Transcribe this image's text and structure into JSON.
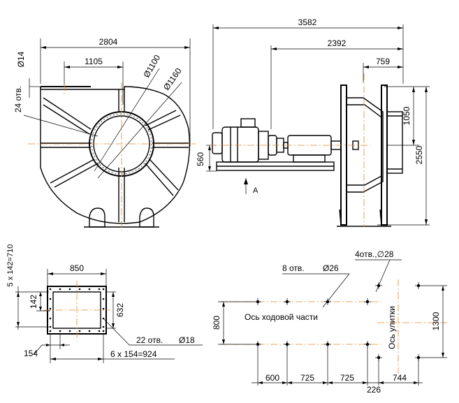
{
  "dimensions": {
    "overall_length": "3582",
    "shaft_length": "2392",
    "outlet_depth": "759",
    "outlet_height": "1050",
    "total_height": "2550",
    "shaft_height": "560",
    "view_mark": "A",
    "housing_width": "2804",
    "inlet_offset": "1105",
    "inlet_dia_inner": "Ø1100",
    "inlet_dia_outer": "Ø1160",
    "housing_hole_dia": "Ø14",
    "housing_holes": "24 отв.",
    "flange_width": "850",
    "flange_pitch_vertical": "5 x 142=710",
    "flange_step": "142",
    "flange_height": "632",
    "flange_holes_label": "22  отв.",
    "flange_hole_dia": "Ø18",
    "flange_edge": "154",
    "flange_pitch_horizontal": "6 x 154=924"
  },
  "foundation": {
    "holes_8": "8 отв.",
    "hole_dia_26": "Ø26",
    "holes_4": "4отв.,∅28",
    "chassis_axis": "Ось ходовой части",
    "volute_axis": "Ось улитки",
    "width_800": "800",
    "width_1300": "1300",
    "d600": "600",
    "d725a": "725",
    "d725b": "725",
    "d226": "226",
    "d744": "744"
  }
}
